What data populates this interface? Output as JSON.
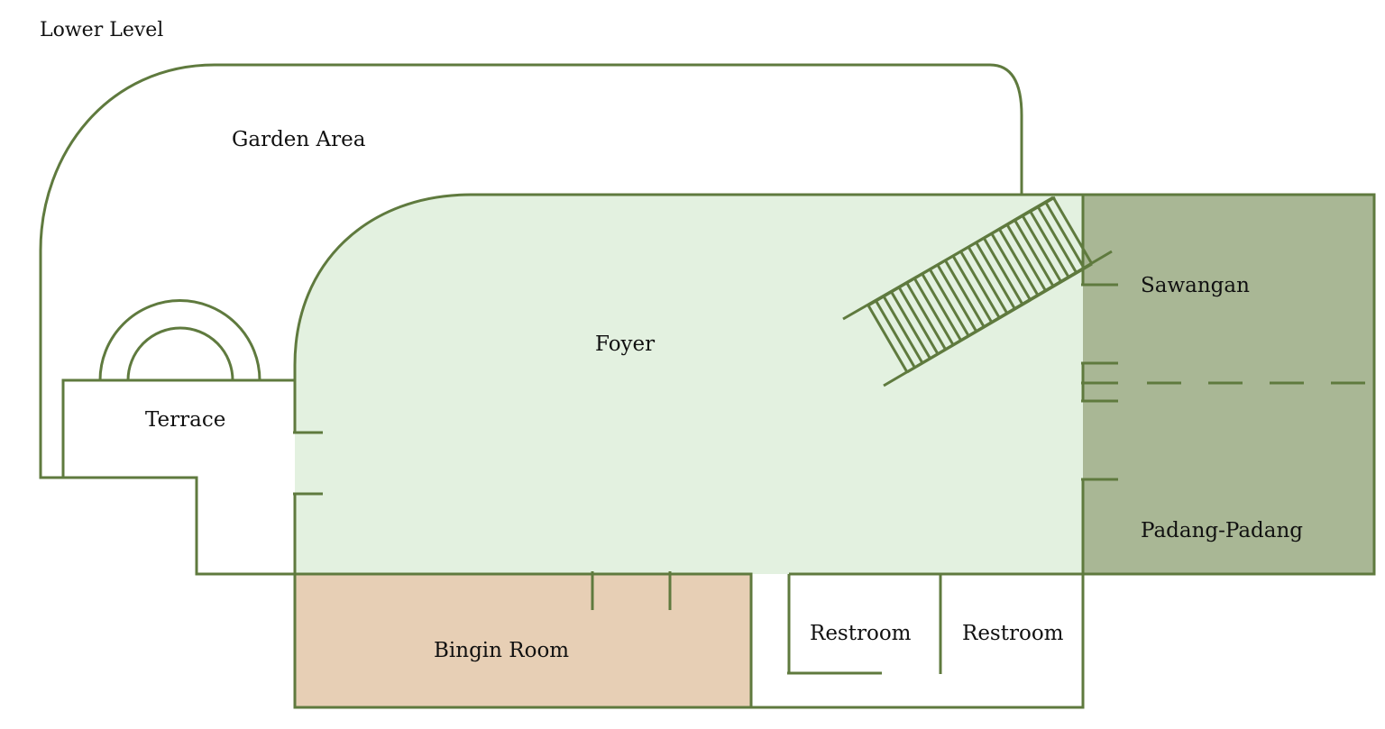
{
  "title": "Lower Level",
  "colors": {
    "wall": "#5f7a3e",
    "foyer": "#e3f1e0",
    "sawangan_padang": "#a9b795",
    "bingin": "#e7cfb5",
    "background": "#ffffff"
  },
  "rooms": {
    "garden_area": "Garden Area",
    "foyer": "Foyer",
    "terrace": "Terrace",
    "sawangan": "Sawangan",
    "padang_padang": "Padang-Padang",
    "bingin_room": "Bingin Room",
    "restroom_left": "Restroom",
    "restroom_right": "Restroom"
  }
}
